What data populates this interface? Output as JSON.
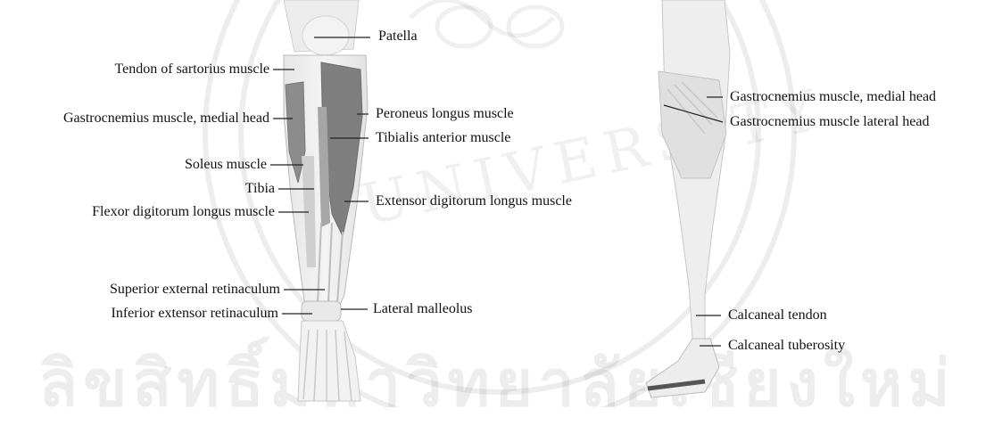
{
  "watermark": {
    "university_text": "UNIVERSITY",
    "thai_text": "ลิขสิทธิ์มหาวิทยาลัยเชียงใหม่"
  },
  "labels_front": [
    "Patella",
    "Tendon of sartorius muscle",
    "Gastrocnemius muscle, medial head",
    "Peroneus longus muscle",
    "Tibialis anterior muscle",
    "Soleus muscle",
    "Tibia",
    "Extensor digitorum longus muscle",
    "Flexor digitorum longus muscle",
    "Superior external retinaculum",
    "Inferior extensor retinaculum",
    "Lateral malleolus"
  ],
  "labels_back": [
    "Gastrocnemius muscle, medial head",
    "Gastrocnemius muscle lateral head",
    "Calcaneal tendon",
    "Calcaneal tuberosity"
  ]
}
